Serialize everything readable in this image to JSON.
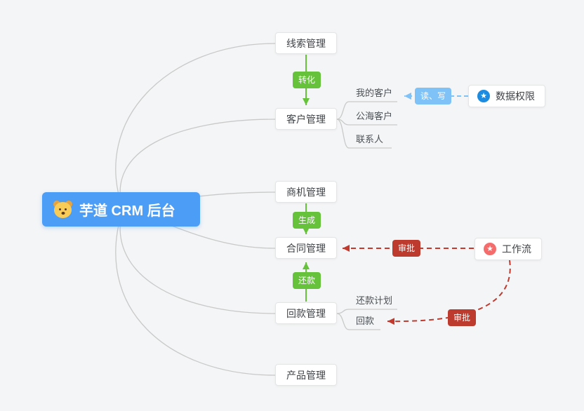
{
  "title": "芋道 CRM 后台",
  "root": {
    "label": "芋道 CRM 后台",
    "icon": "dog-face-icon"
  },
  "nodes": {
    "leads": {
      "label": "线索管理"
    },
    "customers": {
      "label": "客户管理"
    },
    "opportunities": {
      "label": "商机管理"
    },
    "contracts": {
      "label": "合同管理"
    },
    "receivables": {
      "label": "回款管理"
    },
    "products": {
      "label": "产品管理"
    },
    "data_permission": {
      "label": "数据权限",
      "icon": "star-icon"
    },
    "workflow": {
      "label": "工作流",
      "icon": "star-icon"
    }
  },
  "children": {
    "my_customers": {
      "label": "我的客户",
      "parent": "客户管理"
    },
    "public_customers": {
      "label": "公海客户",
      "parent": "客户管理"
    },
    "contacts": {
      "label": "联系人",
      "parent": "客户管理"
    },
    "repayment_plan": {
      "label": "还款计划",
      "parent": "回款管理"
    },
    "receipt": {
      "label": "回款",
      "parent": "回款管理"
    }
  },
  "edge_labels": {
    "convert": {
      "label": "转化",
      "color": "#65c23a"
    },
    "generate": {
      "label": "生成",
      "color": "#65c23a"
    },
    "repay": {
      "label": "还款",
      "color": "#65c23a"
    },
    "read_write": {
      "label": "读、写",
      "color": "#7ec2f7"
    },
    "approve_contract": {
      "label": "审批",
      "color": "#bd3a2e"
    },
    "approve_receipt": {
      "label": "审批",
      "color": "#bd3a2e"
    }
  },
  "glyphs": {
    "star": "★"
  },
  "colors": {
    "background": "#f4f5f6",
    "root_node": "#4c9df6",
    "green_arrow": "#65c23a",
    "light_blue_arrow": "#7ec2f7",
    "red_arrow": "#c23a2e",
    "data_permission_icon": "#1d8ce0",
    "workflow_icon": "#f56c6c",
    "connector_gray": "#c9c9c9"
  }
}
